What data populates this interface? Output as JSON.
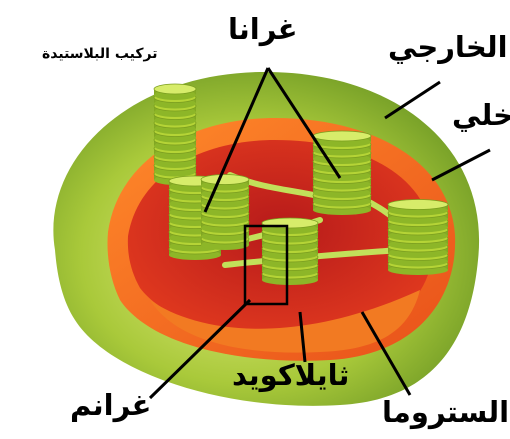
{
  "diagram": {
    "title": "تركيب البلاستيدة",
    "labels": {
      "grana": "غرانا",
      "outer": "الخارجي",
      "inner": "خلي",
      "granum": "غرانم",
      "thylakoid": "ثايلاكويد",
      "stroma": "الستروما"
    },
    "colors": {
      "outer_membrane": "#a9c93a",
      "inner_membrane": "#f4661c",
      "stroma": "#e0381f",
      "granum": "#b5d436",
      "label_text": "#000000"
    }
  }
}
